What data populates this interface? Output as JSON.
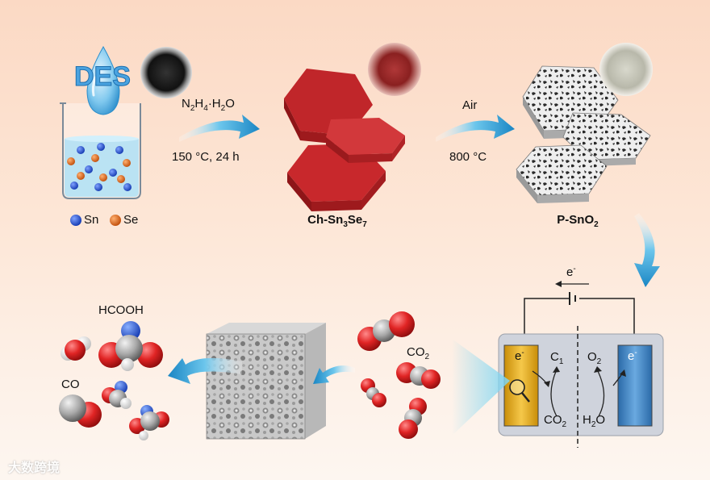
{
  "colors": {
    "background_top": "#fbd9c4",
    "sn_atom": "#1f4fd6",
    "se_atom": "#e0701c",
    "crystal_red": "#c0262a",
    "arrow_blue": "#2a9fd2",
    "electrode_yellow": "#e8b31c",
    "electrode_blue": "#3f86c7",
    "oxygen": "#e02424",
    "carbon": "#9a9a9a",
    "nitrogen": "#1f5fd8"
  },
  "step1": {
    "logo_text": "DES",
    "legend_sn": "Sn",
    "legend_se": "Se"
  },
  "arrow1": {
    "reagent_main": "N",
    "reagent_sub1": "2",
    "reagent_h": "H",
    "reagent_sub2": "4",
    "reagent_dot": "·H",
    "reagent_sub3": "2",
    "reagent_o": "O",
    "condition": "150 °C, 24 h"
  },
  "product1": {
    "prefix": "Ch-Sn",
    "sub1": "3",
    "mid": "Se",
    "sub2": "7"
  },
  "arrow2": {
    "reagent": "Air",
    "condition": "800 °C"
  },
  "product2": {
    "prefix": "P-SnO",
    "sub": "2"
  },
  "cell": {
    "electron_top": "e",
    "electron_sup": "-",
    "left_electrode_e": "e",
    "left_electrode_sup": "-",
    "right_electrode_e": "e",
    "right_electrode_sup": "-",
    "c1_main": "C",
    "c1_sub": "1",
    "o2_main": "O",
    "o2_sub": "2",
    "co2_main": "CO",
    "co2_sub": "2",
    "h2o_h": "H",
    "h2o_sub": "2",
    "h2o_o": "O"
  },
  "bottom": {
    "hcooh": "HCOOH",
    "co": "CO",
    "co2_main": "CO",
    "co2_sub": "2"
  },
  "watermark": "大数跨境"
}
